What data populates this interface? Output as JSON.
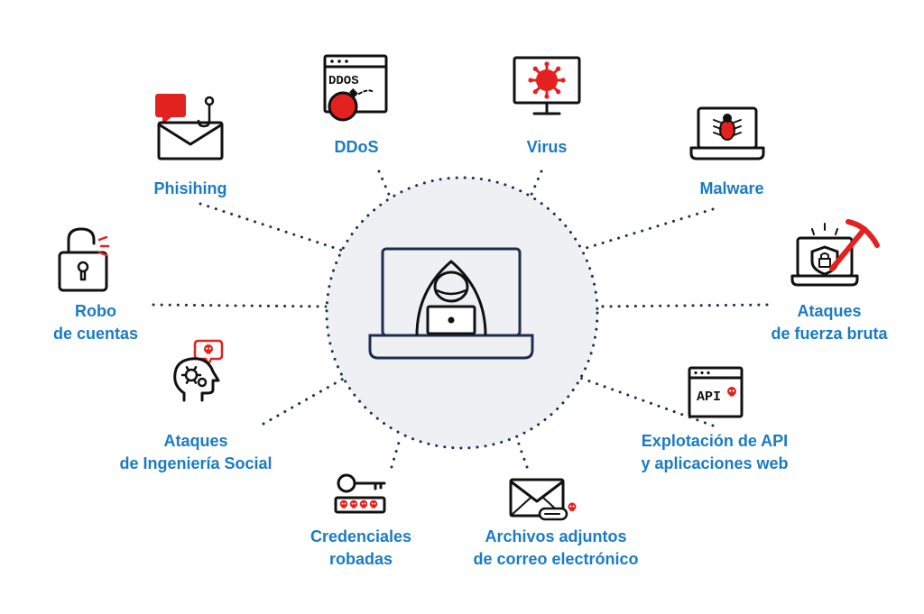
{
  "colors": {
    "label": "#1a7bc4",
    "ink": "#111111",
    "accent": "#e3211f",
    "hub_fill": "#eef0f4",
    "laptop_frame": "#1f2e4d",
    "dots": "#1f2e4d"
  },
  "hub": {
    "icon": "hooded-hacker-laptop-icon"
  },
  "threats": [
    {
      "id": "ddos",
      "icon": "ddos-browser-bomb-icon",
      "screen_text": "DDOS",
      "lines": [
        "DDoS"
      ]
    },
    {
      "id": "virus",
      "icon": "virus-monitor-icon",
      "lines": [
        "Virus"
      ]
    },
    {
      "id": "malware",
      "icon": "bug-laptop-icon",
      "lines": [
        "Malware"
      ]
    },
    {
      "id": "brute-force",
      "icon": "pickaxe-lock-laptop-icon",
      "lines": [
        "Ataques",
        "de fuerza bruta"
      ]
    },
    {
      "id": "api",
      "icon": "api-window-icon",
      "screen_text": "API",
      "lines": [
        "Explotación de API",
        "y aplicaciones web"
      ]
    },
    {
      "id": "attachments",
      "icon": "envelope-paperclip-icon",
      "lines": [
        "Archivos adjuntos",
        "de correo electrónico"
      ]
    },
    {
      "id": "credentials",
      "icon": "key-password-icon",
      "lines": [
        "Credenciales",
        "robadas"
      ]
    },
    {
      "id": "social",
      "icon": "head-gears-icon",
      "lines": [
        "Ataques",
        "de Ingeniería Social"
      ]
    },
    {
      "id": "accounts",
      "icon": "open-padlock-icon",
      "lines": [
        "Robo",
        "de cuentas"
      ]
    },
    {
      "id": "phishing",
      "icon": "envelope-hook-icon",
      "lines": [
        "Phisihing"
      ]
    }
  ]
}
